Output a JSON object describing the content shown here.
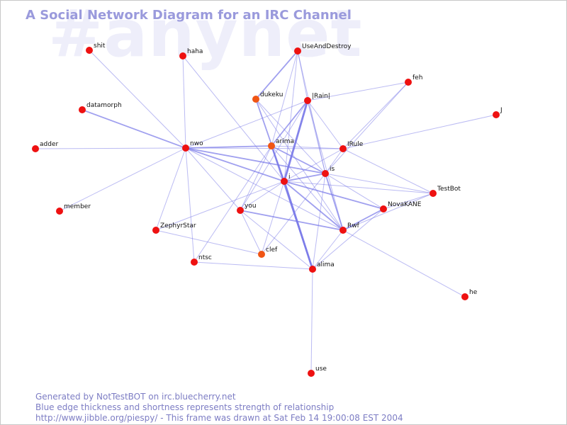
{
  "watermark": "#anynet",
  "title": "A Social Network Diagram for an IRC Channel",
  "footer": {
    "line1": "Generated by NotTestBOT on irc.bluecherry.net",
    "line2": "Blue edge thickness and shortness represents strength of relationship",
    "line3": "http://www.jibble.org/piespy/ - This frame was drawn at Sat Feb 14 19:00:08 EST 2004"
  },
  "colors": {
    "node": "#ee1111",
    "node_active": "#f05514",
    "edge": "#7777e8",
    "title": "#9a9adc"
  },
  "nodes": [
    {
      "id": "shit",
      "label": "shit",
      "color": "red"
    },
    {
      "id": "haha",
      "label": "haha",
      "color": "red"
    },
    {
      "id": "UseAndDestroy",
      "label": "UseAndDestroy",
      "color": "red"
    },
    {
      "id": "feh",
      "label": "feh",
      "color": "red"
    },
    {
      "id": "dukeku",
      "label": "dukeku",
      "color": "orange"
    },
    {
      "id": "Rain",
      "label": "|Rain|",
      "color": "red"
    },
    {
      "id": "datamorph",
      "label": "datamorph",
      "color": "red"
    },
    {
      "id": "J",
      "label": "J",
      "color": "red"
    },
    {
      "id": "adder",
      "label": "adder",
      "color": "red"
    },
    {
      "id": "nwo",
      "label": "nwo",
      "color": "red"
    },
    {
      "id": "arima",
      "label": "arima",
      "color": "orange"
    },
    {
      "id": "IRule",
      "label": "IRule",
      "color": "red"
    },
    {
      "id": "is",
      "label": "is",
      "color": "red"
    },
    {
      "id": "i",
      "label": "i",
      "color": "red"
    },
    {
      "id": "TestBot",
      "label": "TestBot",
      "color": "red"
    },
    {
      "id": "member",
      "label": "member",
      "color": "red"
    },
    {
      "id": "NovaKANE",
      "label": "NovaKANE",
      "color": "red"
    },
    {
      "id": "you",
      "label": "you",
      "color": "red"
    },
    {
      "id": "Rwf",
      "label": "Rwf",
      "color": "red"
    },
    {
      "id": "ZephyrStar",
      "label": "ZephyrStar",
      "color": "red"
    },
    {
      "id": "clef",
      "label": "clef",
      "color": "orange"
    },
    {
      "id": "ntsc",
      "label": "ntsc",
      "color": "red"
    },
    {
      "id": "alima",
      "label": "alima",
      "color": "red"
    },
    {
      "id": "he",
      "label": "he",
      "color": "red"
    },
    {
      "id": "use",
      "label": "use",
      "color": "red"
    }
  ],
  "edges": [
    {
      "from": "shit",
      "to": "nwo",
      "w": 1
    },
    {
      "from": "haha",
      "to": "nwo",
      "w": 1
    },
    {
      "from": "haha",
      "to": "i",
      "w": 1
    },
    {
      "from": "UseAndDestroy",
      "to": "dukeku",
      "w": 2
    },
    {
      "from": "UseAndDestroy",
      "to": "i",
      "w": 1
    },
    {
      "from": "UseAndDestroy",
      "to": "arima",
      "w": 1
    },
    {
      "from": "UseAndDestroy",
      "to": "is",
      "w": 1
    },
    {
      "from": "UseAndDestroy",
      "to": "Rain",
      "w": 1
    },
    {
      "from": "feh",
      "to": "is",
      "w": 1
    },
    {
      "from": "feh",
      "to": "IRule",
      "w": 1
    },
    {
      "from": "feh",
      "to": "Rain",
      "w": 1
    },
    {
      "from": "dukeku",
      "to": "i",
      "w": 2
    },
    {
      "from": "dukeku",
      "to": "Rwf",
      "w": 1
    },
    {
      "from": "dukeku",
      "to": "is",
      "w": 1
    },
    {
      "from": "Rain",
      "to": "i",
      "w": 3
    },
    {
      "from": "Rain",
      "to": "arima",
      "w": 2
    },
    {
      "from": "Rain",
      "to": "nwo",
      "w": 1
    },
    {
      "from": "Rain",
      "to": "IRule",
      "w": 1
    },
    {
      "from": "Rain",
      "to": "is",
      "w": 1
    },
    {
      "from": "Rain",
      "to": "you",
      "w": 1
    },
    {
      "from": "Rain",
      "to": "Rwf",
      "w": 1
    },
    {
      "from": "datamorph",
      "to": "nwo",
      "w": 2
    },
    {
      "from": "J",
      "to": "IRule",
      "w": 1
    },
    {
      "from": "adder",
      "to": "nwo",
      "w": 1
    },
    {
      "from": "nwo",
      "to": "arima",
      "w": 2
    },
    {
      "from": "nwo",
      "to": "i",
      "w": 2
    },
    {
      "from": "nwo",
      "to": "is",
      "w": 2
    },
    {
      "from": "nwo",
      "to": "IRule",
      "w": 1
    },
    {
      "from": "nwo",
      "to": "member",
      "w": 1
    },
    {
      "from": "nwo",
      "to": "ZephyrStar",
      "w": 1
    },
    {
      "from": "nwo",
      "to": "ntsc",
      "w": 1
    },
    {
      "from": "nwo",
      "to": "you",
      "w": 1
    },
    {
      "from": "nwo",
      "to": "Rwf",
      "w": 1
    },
    {
      "from": "arima",
      "to": "i",
      "w": 2
    },
    {
      "from": "arima",
      "to": "is",
      "w": 2
    },
    {
      "from": "arima",
      "to": "IRule",
      "w": 1
    },
    {
      "from": "arima",
      "to": "alima",
      "w": 2
    },
    {
      "from": "arima",
      "to": "Rwf",
      "w": 1
    },
    {
      "from": "arima",
      "to": "you",
      "w": 1
    },
    {
      "from": "arima",
      "to": "ntsc",
      "w": 1
    },
    {
      "from": "IRule",
      "to": "i",
      "w": 1
    },
    {
      "from": "IRule",
      "to": "is",
      "w": 1
    },
    {
      "from": "IRule",
      "to": "TestBot",
      "w": 1
    },
    {
      "from": "is",
      "to": "i",
      "w": 2
    },
    {
      "from": "is",
      "to": "Rwf",
      "w": 2
    },
    {
      "from": "is",
      "to": "alima",
      "w": 1
    },
    {
      "from": "is",
      "to": "TestBot",
      "w": 1
    },
    {
      "from": "is",
      "to": "NovaKANE",
      "w": 1
    },
    {
      "from": "is",
      "to": "clef",
      "w": 1
    },
    {
      "from": "i",
      "to": "alima",
      "w": 3
    },
    {
      "from": "i",
      "to": "Rwf",
      "w": 2
    },
    {
      "from": "i",
      "to": "NovaKANE",
      "w": 2
    },
    {
      "from": "i",
      "to": "TestBot",
      "w": 1
    },
    {
      "from": "i",
      "to": "you",
      "w": 1
    },
    {
      "from": "i",
      "to": "ZephyrStar",
      "w": 1
    },
    {
      "from": "i",
      "to": "clef",
      "w": 1
    },
    {
      "from": "you",
      "to": "Rwf",
      "w": 2
    },
    {
      "from": "you",
      "to": "clef",
      "w": 1
    },
    {
      "from": "you",
      "to": "alima",
      "w": 1
    },
    {
      "from": "Rwf",
      "to": "NovaKANE",
      "w": 2
    },
    {
      "from": "Rwf",
      "to": "TestBot",
      "w": 1
    },
    {
      "from": "Rwf",
      "to": "alima",
      "w": 1
    },
    {
      "from": "Rwf",
      "to": "he",
      "w": 1
    },
    {
      "from": "NovaKANE",
      "to": "TestBot",
      "w": 1
    },
    {
      "from": "NovaKANE",
      "to": "alima",
      "w": 1
    },
    {
      "from": "ZephyrStar",
      "to": "clef",
      "w": 1
    },
    {
      "from": "ntsc",
      "to": "alima",
      "w": 1
    },
    {
      "from": "alima",
      "to": "use",
      "w": 1
    }
  ]
}
